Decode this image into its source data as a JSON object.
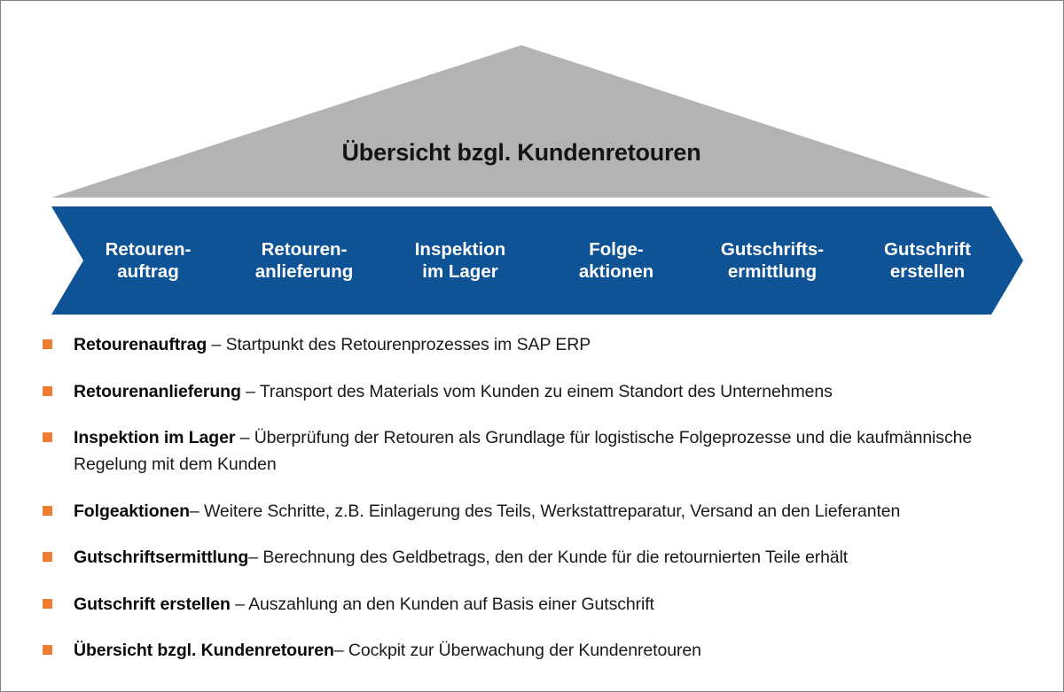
{
  "roof": {
    "title": "Übersicht bzgl. Kundenretouren",
    "fill_color": "#B3B3B3"
  },
  "colors": {
    "chevron_blue": "#0F5397",
    "bullet_orange": "#ED7D31",
    "roof_gray": "#B3B3B3",
    "text_dark": "#1A1A1A",
    "separator_white": "#FFFFFF"
  },
  "process": {
    "steps": [
      {
        "line1": "Retouren-",
        "line2": "auftrag"
      },
      {
        "line1": "Retouren-",
        "line2": "anlieferung"
      },
      {
        "line1": "Inspektion",
        "line2": "im Lager"
      },
      {
        "line1": "Folge-",
        "line2": "aktionen"
      },
      {
        "line1": "Gutschrifts-",
        "line2": "ermittlung"
      },
      {
        "line1": "Gutschrift",
        "line2": "erstellen"
      }
    ]
  },
  "legend": {
    "items": [
      {
        "term": "Retourenauftrag",
        "description": " – Startpunkt des Retourenprozesses  im SAP ERP"
      },
      {
        "term": "Retourenanlieferung",
        "description": " – Transport des Materials vom Kunden zu einem Standort des Unternehmens"
      },
      {
        "term": "Inspektion im Lager",
        "description": " – Überprüfung der Retouren als Grundlage für logistische Folgeprozesse und die kaufmännische Regelung mit dem Kunden"
      },
      {
        "term": "Folgeaktionen",
        "description": "– Weitere Schritte, z.B. Einlagerung des Teils, Werkstattreparatur, Versand an den Lieferanten"
      },
      {
        "term": "Gutschriftsermittlung",
        "description": "–  Berechnung des Geldbetrags, den der Kunde für die retournierten Teile erhält"
      },
      {
        "term": "Gutschrift erstellen",
        "description": " – Auszahlung an den Kunden auf Basis einer Gutschrift"
      },
      {
        "term": "Übersicht bzgl. Kundenretouren",
        "description": "– Cockpit zur Überwachung der Kundenretouren"
      }
    ]
  }
}
